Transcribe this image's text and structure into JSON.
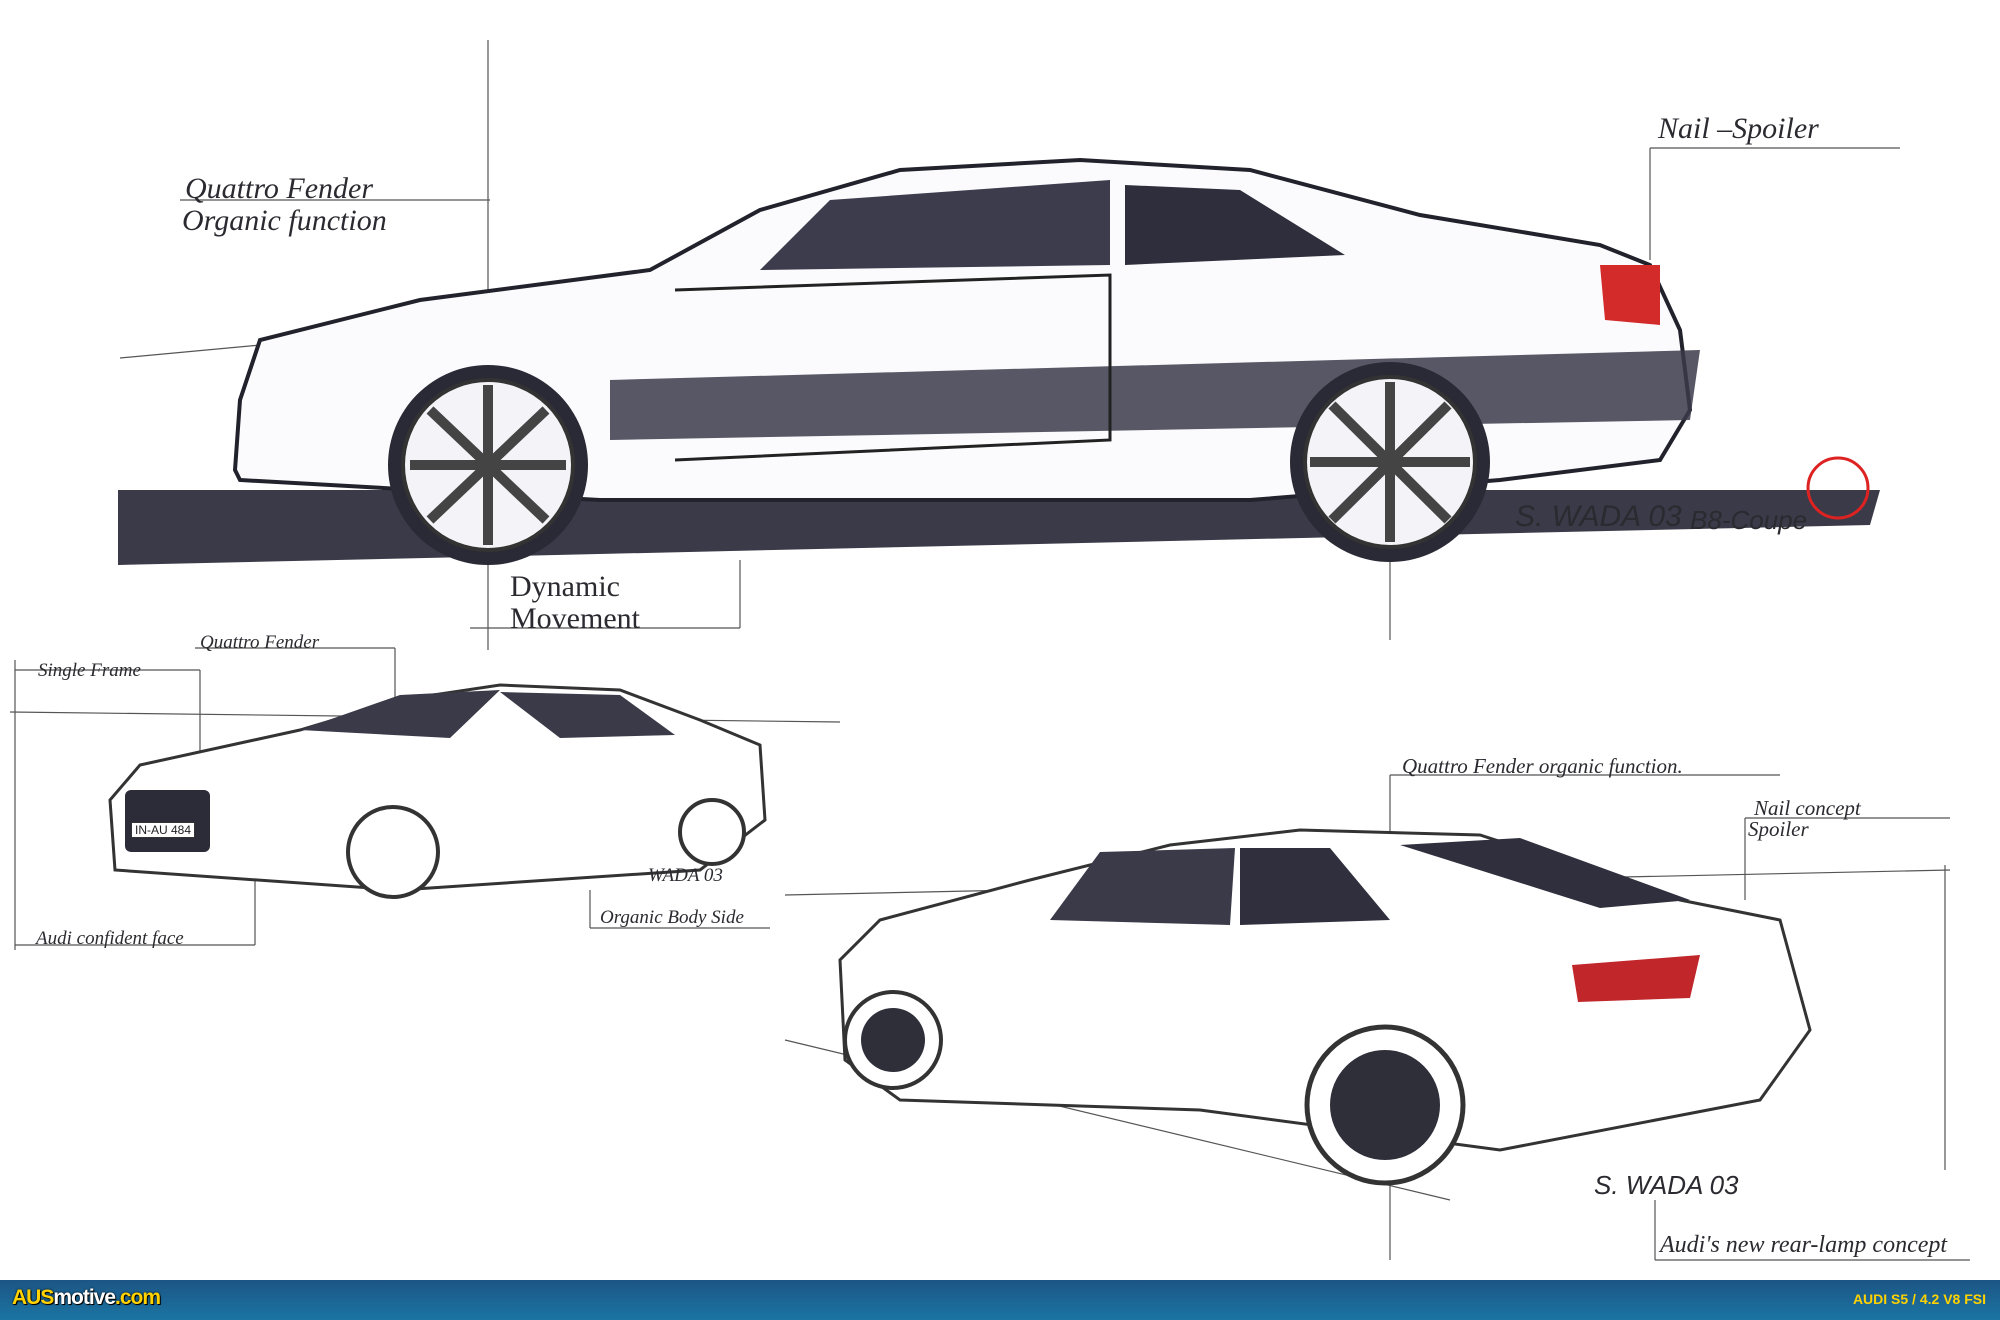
{
  "annotations": {
    "main_fender_1": "Quattro Fender",
    "main_fender_2": "Organic function",
    "nail_spoiler": "Nail –Spoiler",
    "dynamic_1": "Dynamic",
    "dynamic_2": "Movement",
    "main_signature": "S. WADA 03",
    "main_model": "B8-Coupe",
    "single_frame": "Single Frame",
    "front_fender": "Quattro Fender",
    "confident_face": "Audi confident face",
    "organic_body": "Organic Body Side",
    "front_signature": "WADA 03",
    "license_plate": "IN-AU 484",
    "rear_fender": "Quattro Fender organic function.",
    "nail_concept_1": "Nail concept",
    "nail_concept_2": "Spoiler",
    "rear_signature": "S. WADA 03",
    "rear_lamp": "Audi's new rear-lamp concept"
  },
  "footer": {
    "logo_part1": "AUS",
    "logo_part2": "motive",
    "logo_part3": ".com",
    "model": "AUDI S5 / 4.2 V8 FSI"
  },
  "colors": {
    "footer_bg": "#1b6a9a",
    "accent": "#ffd200",
    "lamp": "#c0262a"
  }
}
